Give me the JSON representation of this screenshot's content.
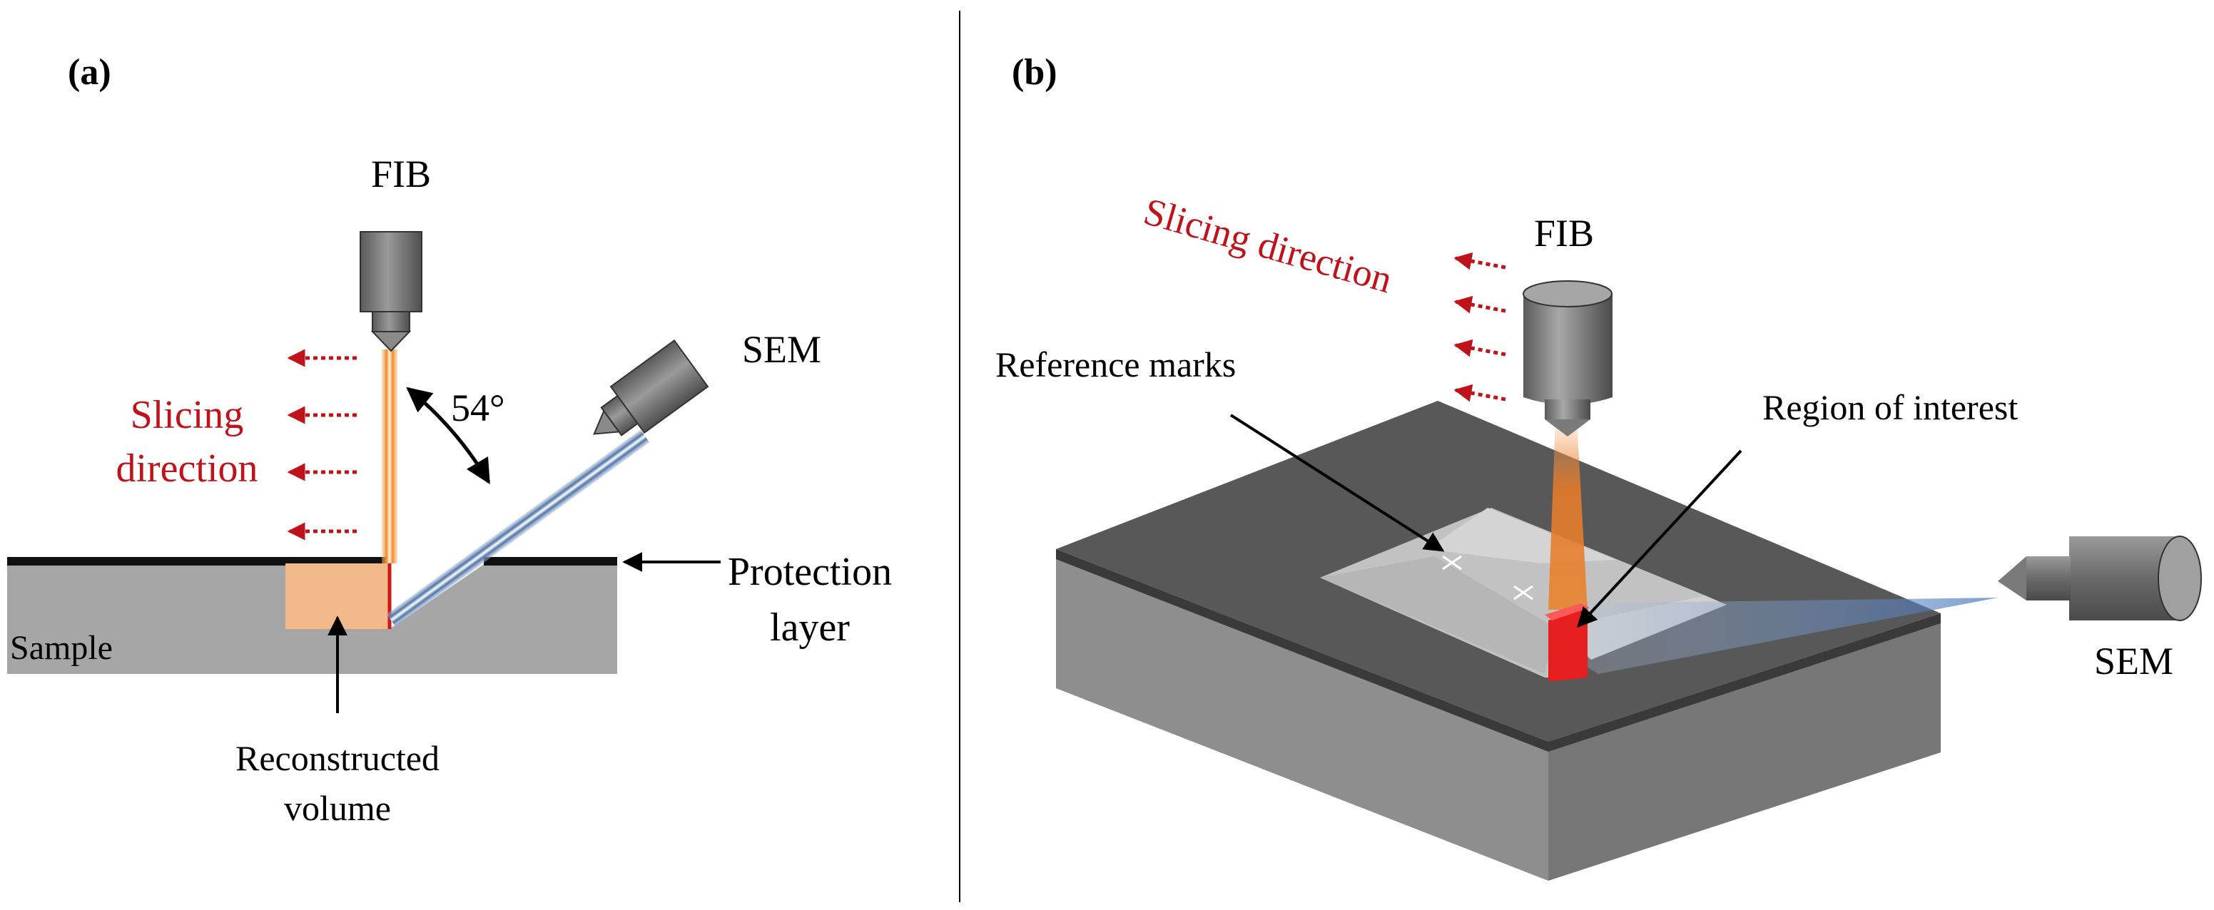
{
  "panel_a": {
    "label": "(a)",
    "fib_label": "FIB",
    "sem_label": "SEM",
    "angle_label": "54°",
    "slicing_line1": "Slicing",
    "slicing_line2": "direction",
    "protection_line1": "Protection",
    "protection_line2": "layer",
    "sample_label": "Sample",
    "reconstructed_line1": "Reconstructed",
    "reconstructed_line2": "volume"
  },
  "panel_b": {
    "label": "(b)",
    "fib_label": "FIB",
    "sem_label": "SEM",
    "slicing_label": "Slicing direction",
    "reference_label": "Reference marks",
    "roi_label": "Region of interest"
  },
  "colors": {
    "slicing_red": "#c0121a",
    "fib_orange": "#f39a3c",
    "sem_blue": "#5a7fb0",
    "reconstructed_fill": "#f2b98a",
    "roi_red": "#e51f1f",
    "sample_gray": "#a6a6a6",
    "block_top": "#585858"
  }
}
